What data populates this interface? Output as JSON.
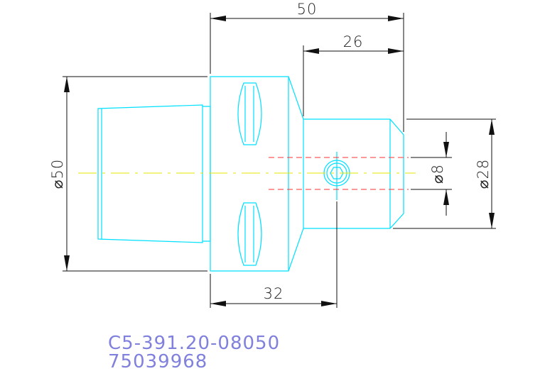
{
  "dimensions": {
    "overall_length": "50",
    "shank_length": "26",
    "flange_position": "32",
    "outer_diameter": "⌀50",
    "shank_diameter": "⌀28",
    "bore_diameter": "⌀8"
  },
  "part": {
    "number": "C5-391.20-08050",
    "order_code": "75039968"
  },
  "colors": {
    "outline": "#00e0ff",
    "dimension": "#111111",
    "centerline": "#e6e600",
    "hidden_line": "#ff3030",
    "part_text": "#8080dd"
  }
}
